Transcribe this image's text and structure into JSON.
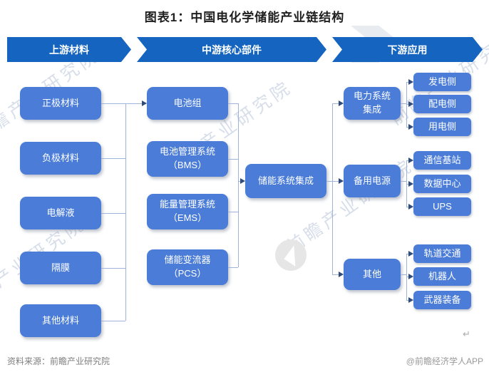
{
  "title": "图表1：中国电化学储能产业链结构",
  "stages": [
    {
      "label": "上游材料"
    },
    {
      "label": "中游核心部件"
    },
    {
      "label": "下游应用"
    }
  ],
  "upstream": [
    "正极材料",
    "负极材料",
    "电解液",
    "隔膜",
    "其他材料"
  ],
  "midstream": [
    {
      "lines": [
        "电池组"
      ]
    },
    {
      "lines": [
        "电池管理系统",
        "（BMS）"
      ]
    },
    {
      "lines": [
        "能量管理系统",
        "（EMS）"
      ]
    },
    {
      "lines": [
        "储能变流器",
        "（PCS）"
      ]
    }
  ],
  "integration": "储能系统集成",
  "downstream": [
    {
      "lines": [
        "电力系统",
        "集成"
      ],
      "children": [
        "发电侧",
        "配电侧",
        "用电侧"
      ]
    },
    {
      "lines": [
        "备用电源"
      ],
      "children": [
        "通信基站",
        "数据中心",
        "UPS"
      ]
    },
    {
      "lines": [
        "其他"
      ],
      "children": [
        "轨道交通",
        "机器人",
        "武器装备"
      ]
    }
  ],
  "watermark": {
    "text": "前瞻产业研究院"
  },
  "footer": {
    "source": "资料来源：前瞻产业研究院",
    "credit": "@前瞻经济学人APP",
    "return_mark": "↵"
  },
  "colors": {
    "stage_blue": "#1565C0",
    "node_blue": "#4A7CD8",
    "connector": "#9FB4D8",
    "arrowhead": "#2E4C7E",
    "watermark": "#96A8C8",
    "footer_gray": "#7F7F7F"
  }
}
